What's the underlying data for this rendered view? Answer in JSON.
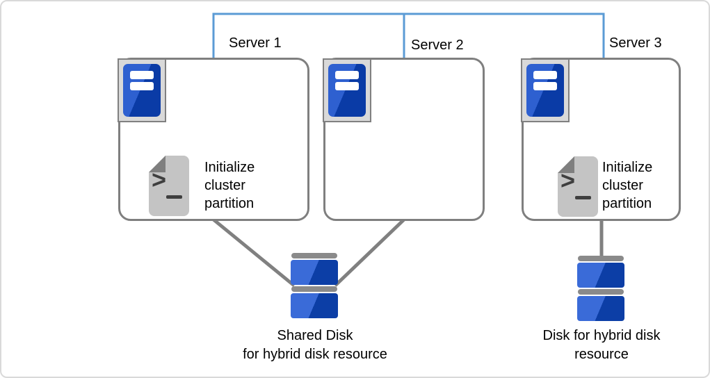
{
  "colors": {
    "network_blue": "#5B9BD5",
    "box_border": "#7F7F7F",
    "connector_gray": "#808080",
    "icon_frame_fill": "#D9D9D9",
    "icon_frame_border": "#808080",
    "server_blue_light": "#2E60D0",
    "server_blue_dark": "#0A3BA6",
    "disk_blue_light": "#3A6BD8",
    "disk_blue_dark": "#0C3EA6",
    "disk_cap_gray": "#8A8A8A",
    "doc_fill": "#C4C4C4",
    "doc_fold": "#7F7F7F",
    "doc_glyph": "#3F3F3F",
    "page_border": "#D9D9D9",
    "text": "#000000"
  },
  "servers": [
    {
      "name": "Server 1"
    },
    {
      "name": "Server 2"
    },
    {
      "name": "Server 3"
    }
  ],
  "script_icon": {
    "prompt_glyph": ">"
  },
  "script_label": "Initialize\ncluster\npartition",
  "disk_labels": {
    "shared": "Shared Disk\nfor hybrid disk resource",
    "hybrid": "Disk for hybrid disk\nresource"
  }
}
